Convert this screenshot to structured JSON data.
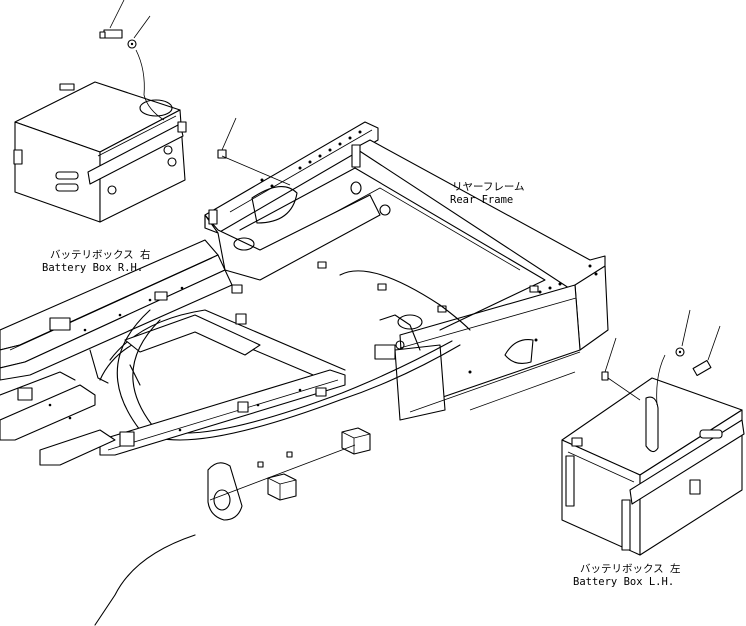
{
  "labels": {
    "rear_frame_jp": "リヤーフレーム",
    "rear_frame_en": "Rear Frame",
    "battery_rh_jp": "バッテリボックス 右",
    "battery_rh_en": "Battery Box R.H.",
    "battery_lh_jp": "バッテリボックス 左",
    "battery_lh_en": "Battery Box L.H."
  }
}
